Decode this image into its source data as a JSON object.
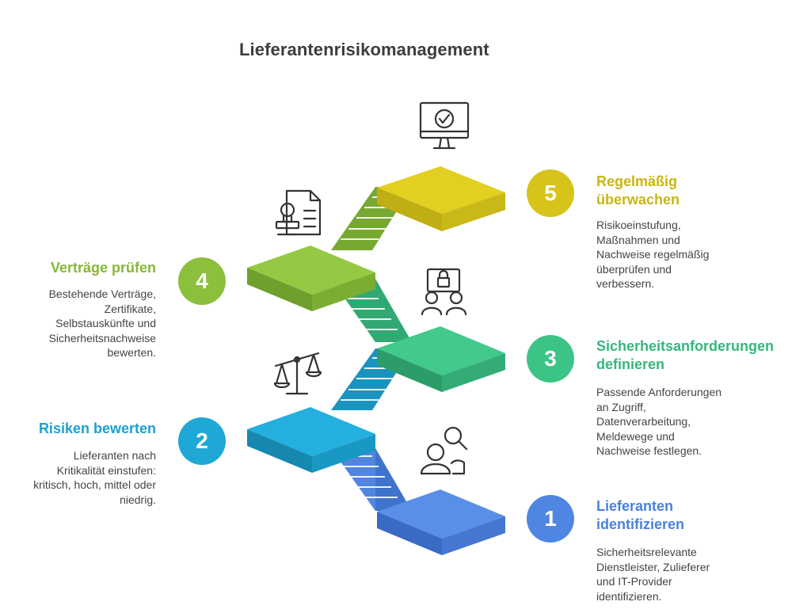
{
  "title": "Lieferantenrisikomanagement",
  "colors": {
    "step1": "#4F86E3",
    "step2": "#1FA8D6",
    "step3": "#3CC386",
    "step4": "#8BBF3C",
    "step5": "#D6C41A",
    "icon": "#333333"
  },
  "steps": [
    {
      "number": "1",
      "title_lines": [
        "Lieferanten",
        "identifizieren"
      ],
      "desc_lines": [
        "Sicherheitsrelevante",
        "Dienstleister, Zulieferer",
        "und IT-Provider",
        "identifizieren."
      ],
      "icon": "person-search-icon"
    },
    {
      "number": "2",
      "title_lines": [
        "Risiken bewerten"
      ],
      "desc_lines": [
        "Lieferanten nach",
        "Kritikalität einstufen:",
        "kritisch, hoch, mittel oder",
        "niedrig."
      ],
      "icon": "scales-icon"
    },
    {
      "number": "3",
      "title_lines": [
        "Sicherheitsanforderungen",
        "definieren"
      ],
      "desc_lines": [
        "Passende Anforderungen",
        "an Zugriff,",
        "Datenverarbeitung,",
        "Meldewege und",
        "Nachweise festlegen."
      ],
      "icon": "shared-lock-icon"
    },
    {
      "number": "4",
      "title_lines": [
        "Verträge prüfen"
      ],
      "desc_lines": [
        "Bestehende Verträge,",
        "Zertifikate,",
        "Selbstauskünfte und",
        "Sicherheitsnachweise",
        "bewerten."
      ],
      "icon": "document-stamp-icon"
    },
    {
      "number": "5",
      "title_lines": [
        "Regelmäßig",
        "überwachen"
      ],
      "desc_lines": [
        "Risikoeinstufung,",
        "Maßnahmen und",
        "Nachweise regelmäßig",
        "überprüfen und",
        "verbessern."
      ],
      "icon": "monitor-check-icon"
    }
  ]
}
